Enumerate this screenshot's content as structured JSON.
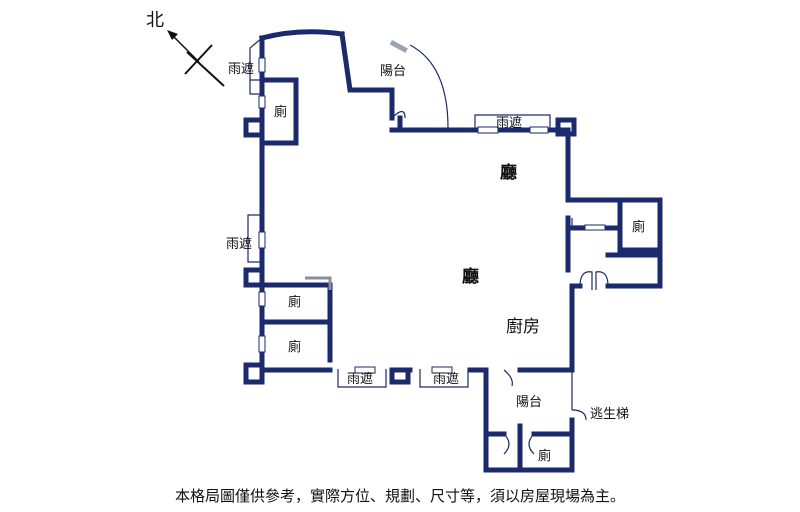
{
  "compass": {
    "label": "北"
  },
  "rooms": {
    "canopy_nw": "雨遮",
    "balcony_n": "陽台",
    "bath_w1": "廁",
    "canopy_n": "雨遮",
    "living_main": "廳",
    "canopy_w": "雨遮",
    "bath_e": "廁",
    "living_center": "廳",
    "bath_w2": "廁",
    "kitchen": "廚房",
    "bath_w3": "廁",
    "canopy_s1": "雨遮",
    "canopy_s2": "雨遮",
    "balcony_s": "陽台",
    "escape_stairs": "逃生梯",
    "bath_s": "廁"
  },
  "caption": "本格局圖僅供參考，實際方位、規劃、尺寸等，須以房屋現場為主。",
  "colors": {
    "wall": "#1a2a6c",
    "text": "#111111",
    "background": "#ffffff"
  }
}
